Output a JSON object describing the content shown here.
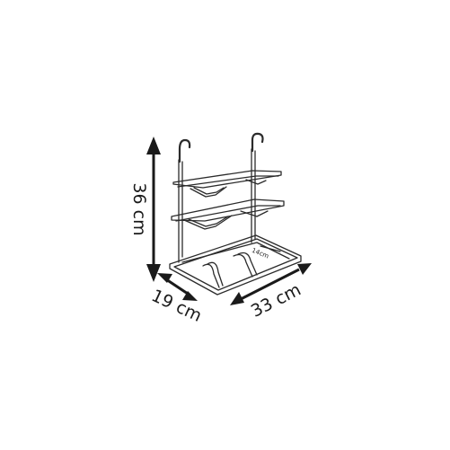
{
  "dimensions": {
    "height_label": "36 cm",
    "depth_label": "19 cm",
    "width_label": "33 cm",
    "inner_label": "14cm"
  },
  "colors": {
    "line": "#2b2b2b",
    "background": "#ffffff"
  }
}
